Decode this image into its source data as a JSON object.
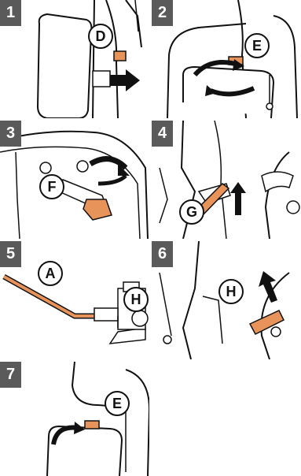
{
  "panels": [
    {
      "number": "1",
      "callouts": [
        "D"
      ]
    },
    {
      "number": "2",
      "callouts": [
        "E"
      ]
    },
    {
      "number": "3",
      "callouts": [
        "F"
      ]
    },
    {
      "number": "4",
      "callouts": [
        "G"
      ]
    },
    {
      "number": "5",
      "callouts": [
        "A",
        "H"
      ]
    },
    {
      "number": "6",
      "callouts": [
        "H"
      ]
    },
    {
      "number": "7",
      "callouts": [
        "E"
      ]
    }
  ],
  "colors": {
    "accent": "#e8935a",
    "label_bg": "#5a5a5a",
    "line": "#111111"
  }
}
